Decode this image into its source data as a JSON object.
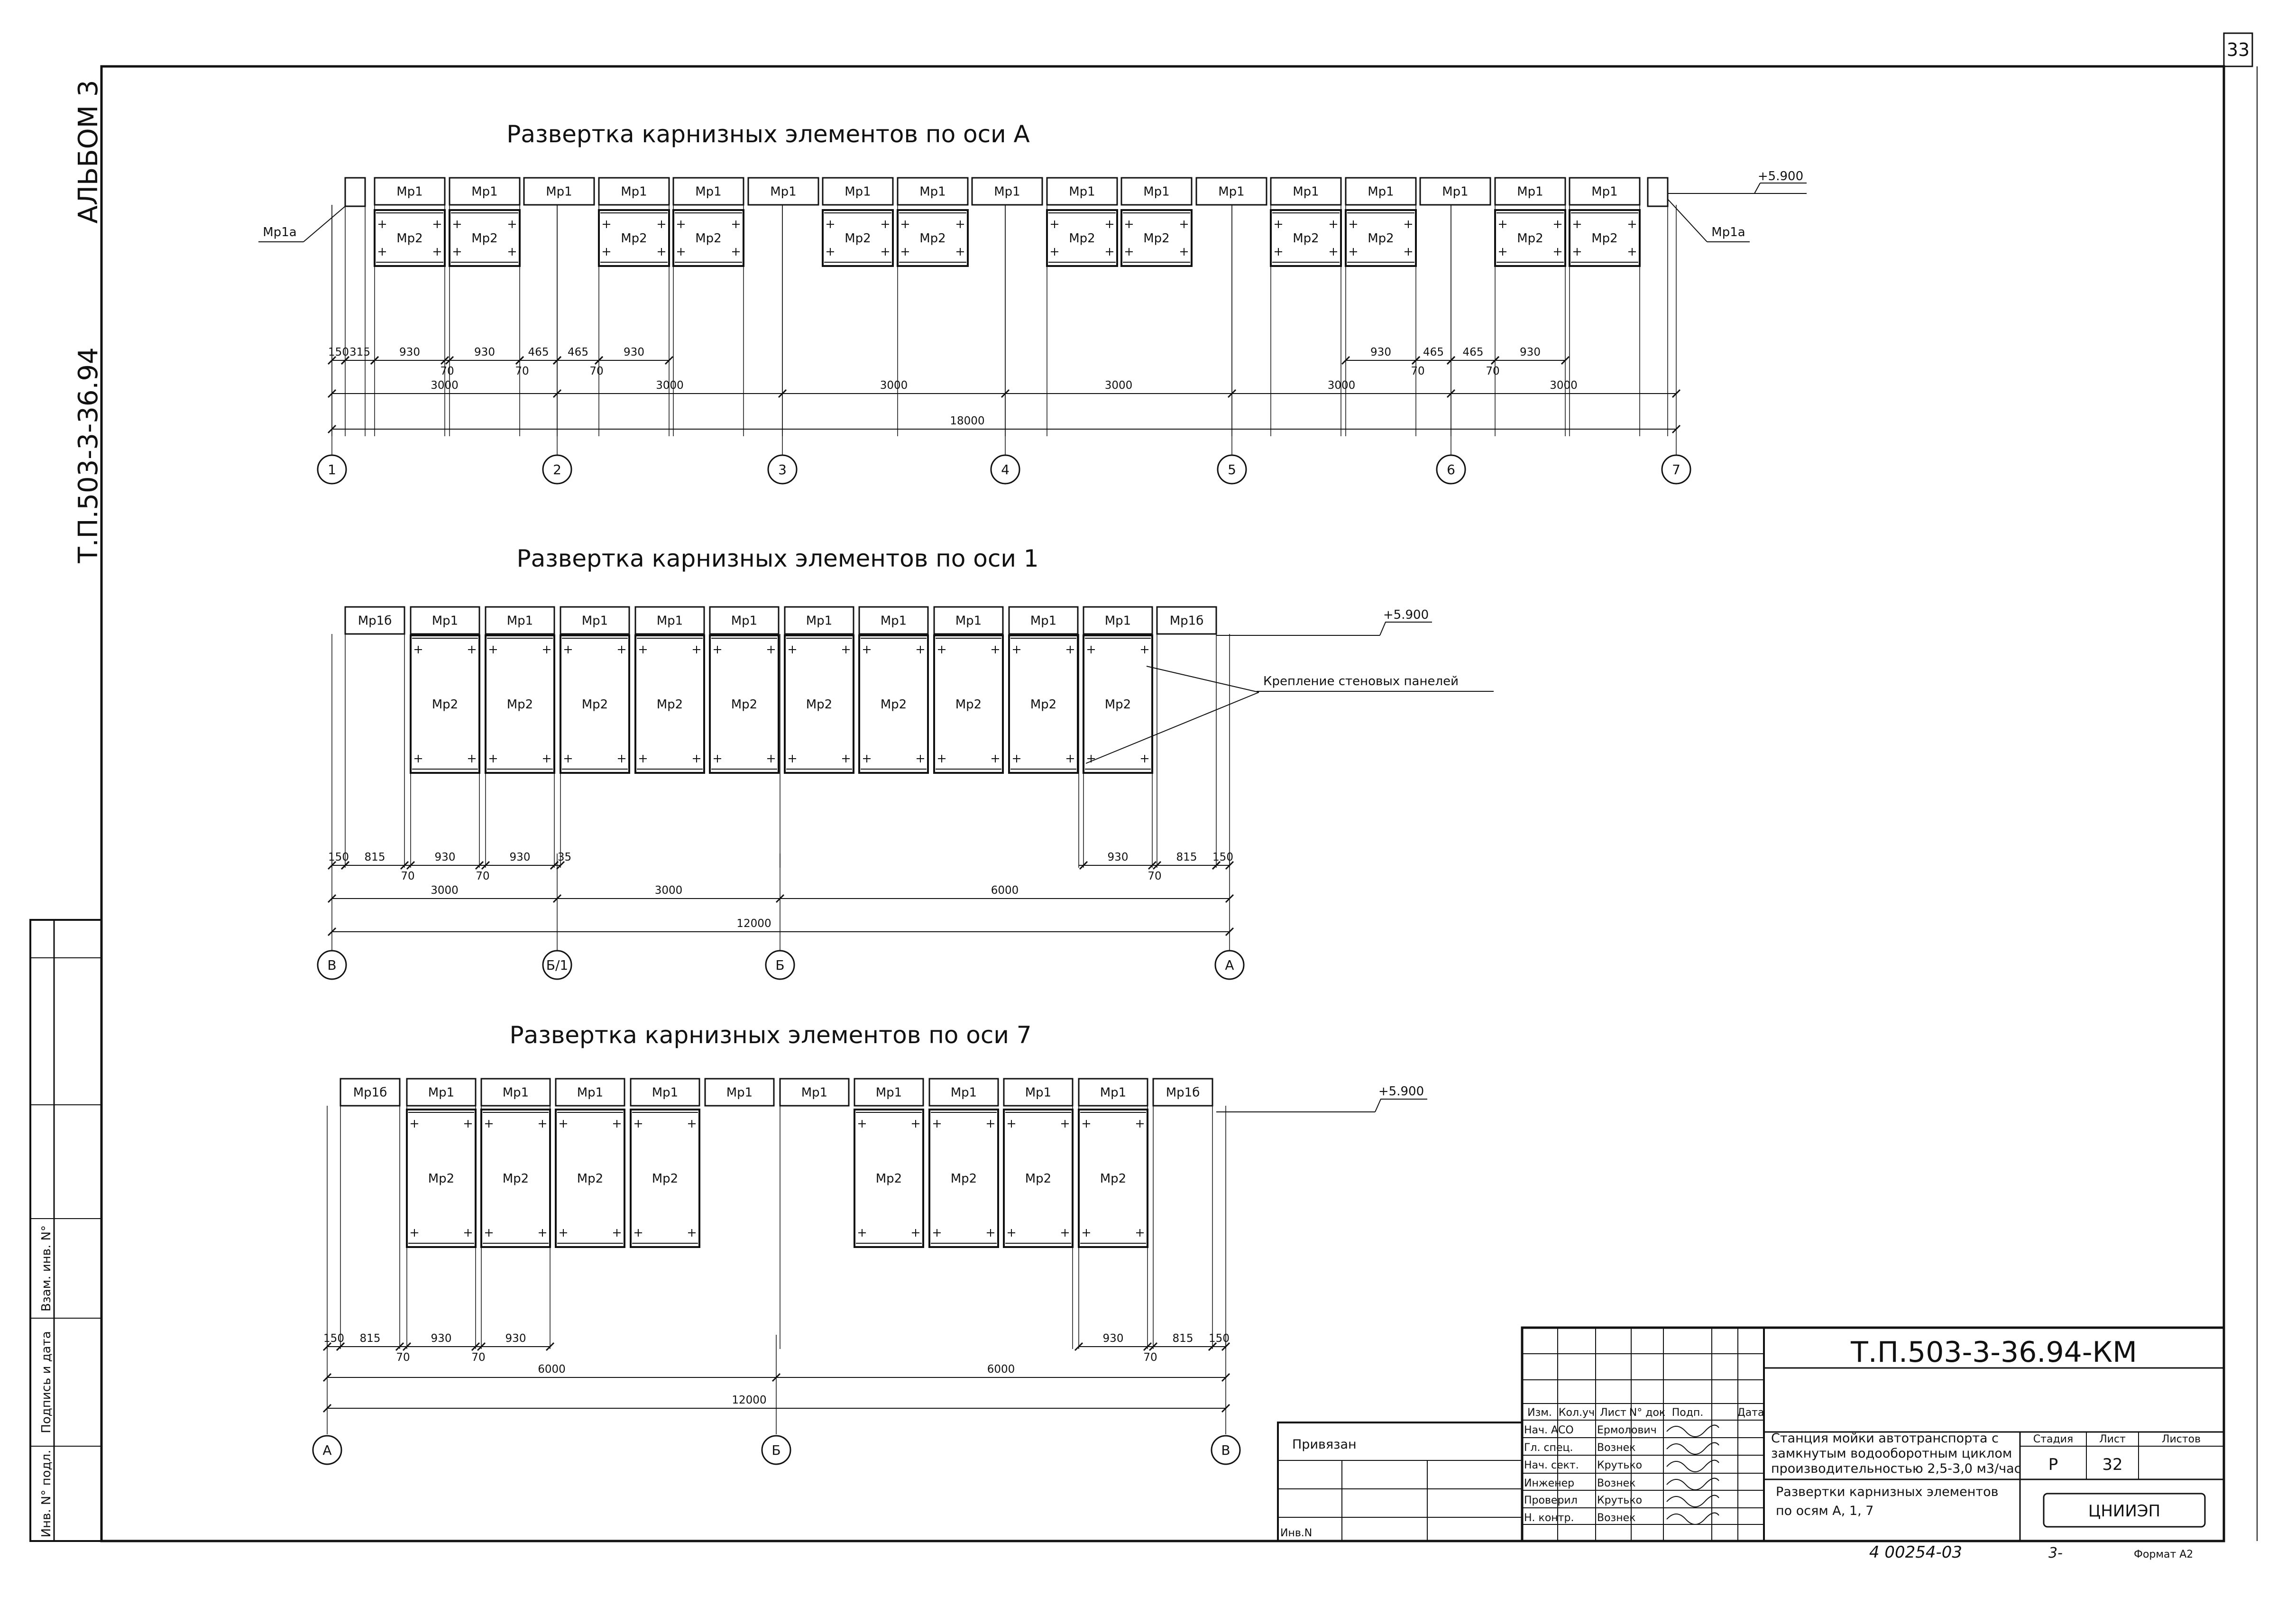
{
  "sheet_number": "33",
  "side_title": {
    "album": "АЛЬБОМ 3",
    "code": "Т.П.503-3-36.94"
  },
  "side_stamp": {
    "inv": "Инв. N° подл.",
    "sign_date": "Подпись и дата",
    "vzam": "Взам. инв. N°"
  },
  "section_a": {
    "title": "Развертка карнизных элементов по оси А",
    "level": "+5.900",
    "top_labels": [
      "Мр1",
      "Мр1",
      "Мр1",
      "Мр1",
      "Мр1",
      "Мр1",
      "Мр1",
      "Мр1",
      "Мр1",
      "Мр1",
      "Мр1",
      "Мр1",
      "Мр1",
      "Мр1",
      "Мр1",
      "Мр1",
      "Мр1"
    ],
    "panel_label": "Мр2",
    "corner_label": "Мр1а",
    "dims_top": [
      "150",
      "315",
      "930",
      "70",
      "930",
      "70",
      "465",
      "465",
      "70",
      "930",
      "930",
      "70",
      "465",
      "465",
      "70",
      "930"
    ],
    "dims_spans": [
      "3000",
      "3000",
      "3000",
      "3000",
      "3000",
      "3000"
    ],
    "total": "18000",
    "axes": [
      "1",
      "2",
      "3",
      "4",
      "5",
      "6",
      "7"
    ]
  },
  "section_1": {
    "title": "Развертка карнизных элементов по оси 1",
    "level": "+5.900",
    "top_labels": [
      "Мр1б",
      "Мр1",
      "Мр1",
      "Мр1",
      "Мр1",
      "Мр1",
      "Мр1",
      "Мр1",
      "Мр1",
      "Мр1",
      "Мр1",
      "Мр1б"
    ],
    "panel_label": "Мр2",
    "note": "Крепление стеновых панелей",
    "dims_top": [
      "150",
      "815",
      "930",
      "70",
      "930",
      "70",
      "35",
      "930",
      "70",
      "815",
      "150"
    ],
    "dims_spans": [
      "3000",
      "3000",
      "6000"
    ],
    "total": "12000",
    "axes": [
      "В",
      "Б/1",
      "Б",
      "А"
    ]
  },
  "section_7": {
    "title": "Развертка карнизных элементов по оси 7",
    "level": "+5.900",
    "top_labels": [
      "Мр1б",
      "Мр1",
      "Мр1",
      "Мр1",
      "Мр1",
      "Мр1",
      "Мр1",
      "Мр1",
      "Мр1",
      "Мр1",
      "Мр1",
      "Мр1б"
    ],
    "panel_label": "Мр2",
    "dims_top": [
      "150",
      "815",
      "930",
      "70",
      "930",
      "70",
      "930",
      "70",
      "815",
      "150"
    ],
    "dims_spans": [
      "6000",
      "6000"
    ],
    "total": "12000",
    "axes": [
      "А",
      "Б",
      "В"
    ]
  },
  "title_block": {
    "doc_code": "Т.П.503-3-36.94-КМ",
    "headers": [
      "Изм.",
      "Кол.уч",
      "Лист",
      "N° док",
      "Подп.",
      "Дата"
    ],
    "roles": [
      {
        "role": "Нач. АСО",
        "name": "Ермолович"
      },
      {
        "role": "Гл. спец.",
        "name": "Вознек"
      },
      {
        "role": "Нач. сект.",
        "name": "Крутько"
      },
      {
        "role": "Инженер",
        "name": "Вознек"
      },
      {
        "role": "Проверил",
        "name": "Крутько"
      },
      {
        "role": "Н. контр.",
        "name": "Вознек"
      }
    ],
    "project_title": [
      "Станция мойки автотранспорта с",
      "замкнутым водооборотным циклом",
      "производительностью 2,5-3,0 м3/час"
    ],
    "sheet_title": [
      "Развертки карнизных элементов",
      "по осям А, 1, 7"
    ],
    "stage_label": "Стадия",
    "sheet_label": "Лист",
    "sheets_label": "Листов",
    "stage": "Р",
    "sheet": "32",
    "org": "ЦНИИЭП",
    "privyazan": "Привязан",
    "inv_n": "Инв.N",
    "archive": "4 00254-03",
    "copy": "3-",
    "format": "Формат А2"
  }
}
